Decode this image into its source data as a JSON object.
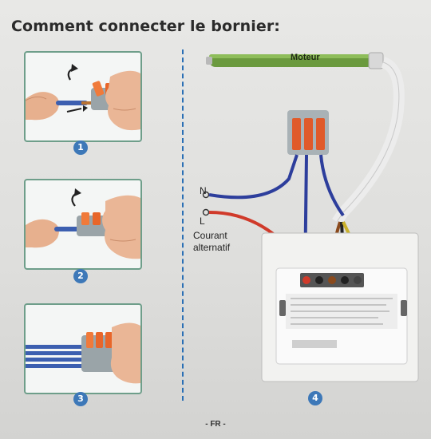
{
  "page": {
    "title": "Comment connecter le bornier:",
    "footer": "- FR -"
  },
  "steps": [
    {
      "number": "1"
    },
    {
      "number": "2"
    },
    {
      "number": "3"
    },
    {
      "number": "4"
    }
  ],
  "diagram": {
    "motor_label": "Moteur",
    "neutral_label": "N",
    "line_label": "L",
    "ac_label_line1": "Courant",
    "ac_label_line2": "alternatif"
  },
  "colors": {
    "accent": "#3d78b8",
    "motor_green": "#6b9a3e",
    "wire_blue": "#2d3e9c",
    "wire_red": "#d03a2a",
    "wire_brown": "#8a4a1d",
    "wire_yellow": "#c9b02a",
    "connector_orange": "#e05a2a"
  },
  "icons": [
    "rotate-arrow-icon",
    "finger-hand-icon",
    "wago-connector-icon",
    "switch-panel-icon"
  ]
}
